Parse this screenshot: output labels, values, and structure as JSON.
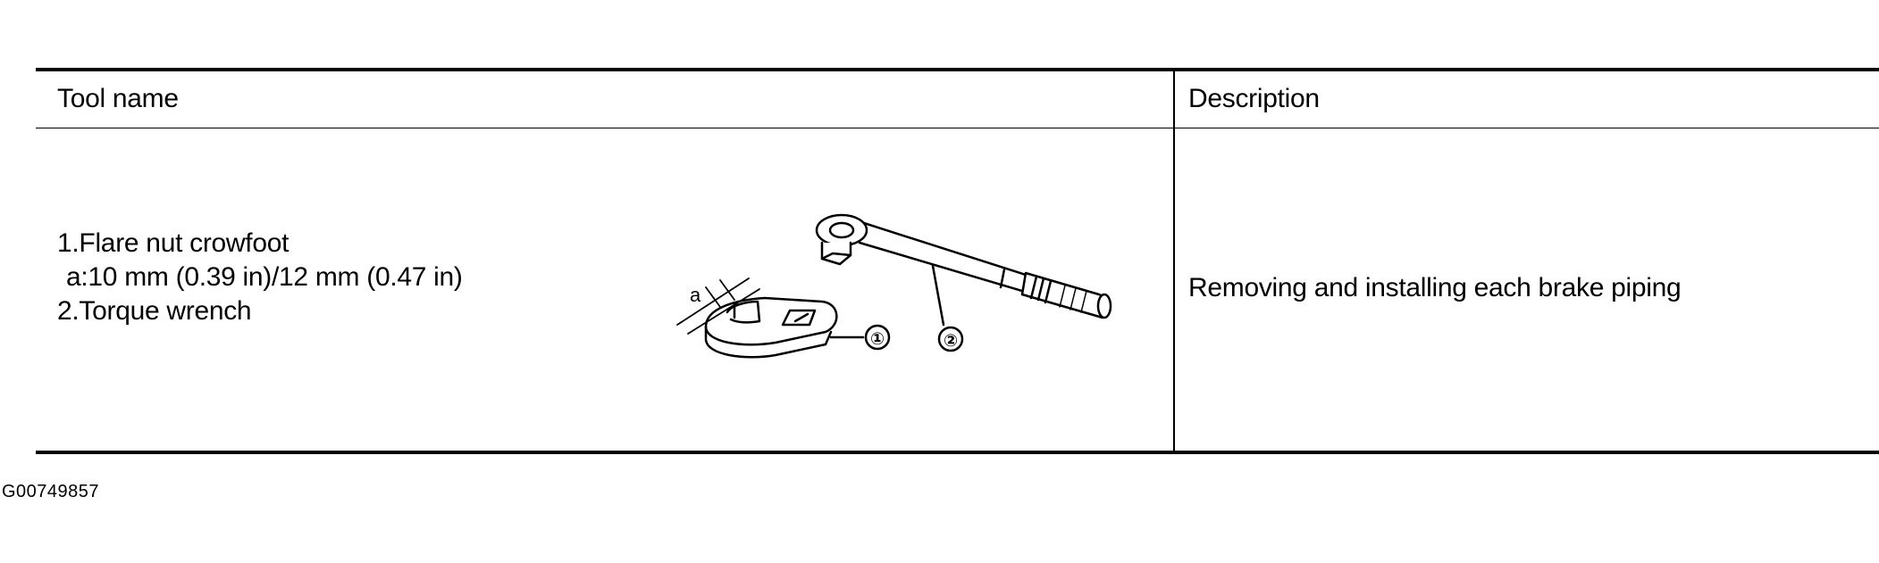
{
  "table": {
    "headers": {
      "tool_name": "Tool name",
      "description": "Description"
    },
    "row": {
      "tool_lines": [
        "1.Flare nut crowfoot",
        "a:10 mm (0.39 in)/12 mm (0.47 in)",
        "2.Torque wrench"
      ],
      "description": "Removing and installing each brake piping"
    }
  },
  "illustration": {
    "callouts": {
      "dimension_label": "a",
      "part_1": "①",
      "part_2": "②"
    }
  },
  "footer": {
    "code": "G00749857"
  }
}
